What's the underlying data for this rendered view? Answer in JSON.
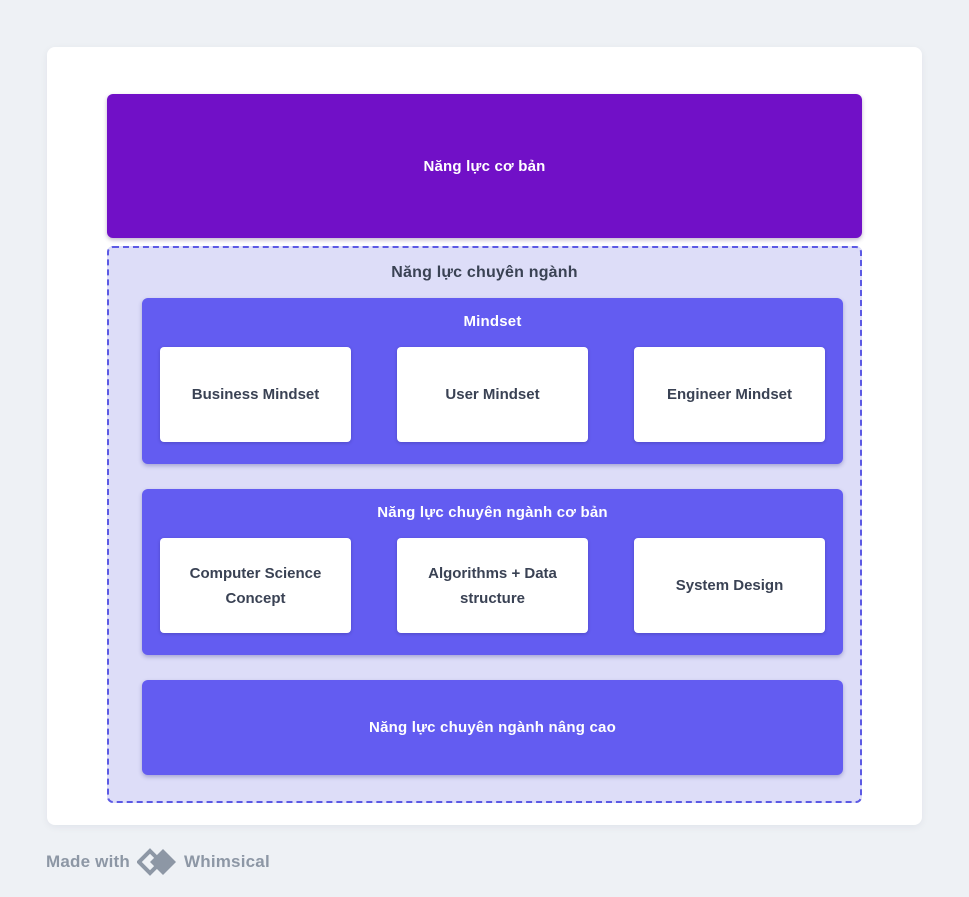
{
  "diagram": {
    "top_box": {
      "label": "Năng lực cơ bản"
    },
    "group": {
      "label": "Năng lực chuyên ngành",
      "sections": [
        {
          "title": "Mindset",
          "cards": [
            "Business Mindset",
            "User Mindset",
            "Engineer Mindset"
          ]
        },
        {
          "title": "Năng lực chuyên ngành cơ bản",
          "cards": [
            "Computer Science Concept",
            "Algorithms + Data structure",
            "System Design"
          ]
        },
        {
          "title": "Năng lực chuyên ngành nâng cao",
          "cards": []
        }
      ]
    }
  },
  "footer": {
    "made_with": "Made with",
    "brand": "Whimsical"
  },
  "colors": {
    "page_bg": "#EEF1F5",
    "canvas_bg": "#FFFFFF",
    "primary_purple": "#7110C7",
    "section_indigo": "#635CF1",
    "group_lavender": "#DDDDF8",
    "dashed_border": "#5C59E4",
    "dark_text": "#3A4254",
    "white_text": "#FFFFFF",
    "footer_gray": "#8D97A5"
  }
}
